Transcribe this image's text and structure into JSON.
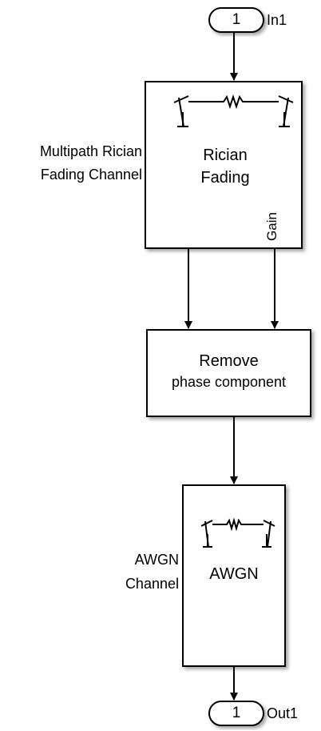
{
  "inport": {
    "number": "1",
    "name": "In1"
  },
  "outport": {
    "number": "1",
    "name": "Out1"
  },
  "rician_block": {
    "name_line1": "Multipath Rician",
    "name_line2": "Fading Channel",
    "body_line1": "Rician",
    "body_line2": "Fading",
    "port_label": "Gain",
    "icon": "antenna-channel-icon"
  },
  "remove_block": {
    "body_line1": "Remove",
    "body_line2": "phase component"
  },
  "awgn_block": {
    "name_line1": "AWGN",
    "name_line2": "Channel",
    "body": "AWGN",
    "icon": "antenna-channel-icon"
  }
}
